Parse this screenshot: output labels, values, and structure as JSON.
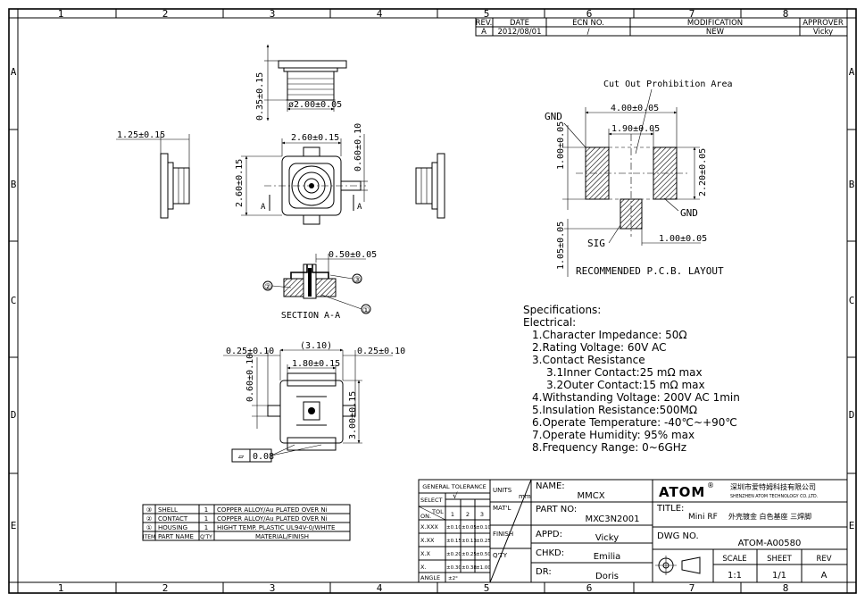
{
  "frame": {
    "columns": [
      "1",
      "2",
      "3",
      "4",
      "5",
      "6",
      "7",
      "8"
    ],
    "rows": [
      "A",
      "B",
      "C",
      "D",
      "E"
    ]
  },
  "revision": {
    "headers": [
      "REV.",
      "DATE",
      "ECN NO.",
      "MODIFICATION",
      "APPROVER"
    ],
    "row": [
      "A",
      "2012/08/01",
      "/",
      "NEW",
      "Vicky"
    ]
  },
  "top_view": {
    "height_dim": "0.35±0.15",
    "diameter_dim": "ø2.00±0.05"
  },
  "front_view": {
    "left_dim": "1.25±0.15",
    "width_dim": "2.60±0.15",
    "right_dim": "0.60±0.10",
    "height_dim": "2.60±0.15",
    "section_mark": "A"
  },
  "section": {
    "title": "SECTION A-A",
    "dim": "0.50±0.05",
    "balloons": [
      "①",
      "②",
      "③"
    ]
  },
  "bottom_view": {
    "left_dim": "0.25±0.10",
    "total_dim": "(3.10)",
    "right_dim": "0.25±0.10",
    "inner_dim": "1.80±0.15",
    "side_dim": "0.60±0.10",
    "height_dim": "3.00±0.15",
    "flatness": "▱",
    "flatness_value": "0.08"
  },
  "pcb_layout": {
    "area_label": "Cut Out Prohibition Area",
    "gnd_top": "GND",
    "gnd_bottom": "GND",
    "sig": "SIG",
    "dim_outer": "4.00±0.05",
    "dim_inner": "1.90±0.05",
    "dim_left": "1.00±0.05",
    "dim_right": "2.20±0.05",
    "dim_sig": "1.00±0.05",
    "dim_bottom": "1.05±0.05",
    "caption": "RECOMMENDED P.C.B. LAYOUT"
  },
  "specifications": {
    "title": "Specifications:",
    "subtitle": "Electrical:",
    "items": [
      "1.Character Impedance: 50Ω",
      "2.Rating Voltage: 60V AC",
      "3.Contact Resistance",
      "3.1Inner Contact:25 mΩ max",
      "3.2Outer Contact:15 mΩ max",
      "4.Withstanding Voltage: 200V AC 1min",
      "5.Insulation Resistance:500MΩ",
      "6.Operate Temperature: -40℃~+90℃",
      "7.Operate Humidity: 95% max",
      "8.Frequency Range: 0~6GHz"
    ]
  },
  "bom": {
    "rows": [
      [
        "③",
        "SHELL",
        "1",
        "COPPER ALLOY/Au PLATED OVER Ni"
      ],
      [
        "②",
        "CONTACT",
        "1",
        "COPPER ALLOY/Au PLATED OVER Ni"
      ],
      [
        "①",
        "HOUSING",
        "1",
        "HIGHT TEMP. PLASTIC UL94V-0/WHITE"
      ]
    ],
    "header": [
      "ITEM",
      "PART NAME",
      "Q'TY",
      "MATERIAL/FINISH"
    ]
  },
  "tolerance": {
    "title": "GENERAL TOLERANCE",
    "select": "SELECT",
    "check": "√",
    "tol": "TOL",
    "on": "ON.",
    "cols": [
      "1",
      "2",
      "3"
    ],
    "rows": [
      [
        "X.XXX",
        "±0.10",
        "±0.05",
        "±0.10"
      ],
      [
        "X.XX",
        "±0.15",
        "±0.13",
        "±0.25"
      ],
      [
        "X.X",
        "±0.20",
        "±0.25",
        "±0.50"
      ],
      [
        "X.",
        "±0.30",
        "±0.38",
        "±1.00"
      ],
      [
        "ANGLE",
        "±2°",
        "",
        ""
      ]
    ]
  },
  "title_block": {
    "units_label": "UNITS",
    "units_value": "mm",
    "matl_label": "MAT'L",
    "finish_label": "FINISH",
    "qty_label": "Q'TY",
    "name_label": "NAME:",
    "name_value": "MMCX",
    "part_label": "PART NO:",
    "part_value": "MXC3N2001",
    "appd_label": "APPD:",
    "appd_value": "Vicky",
    "chkd_label": "CHKD:",
    "chkd_value": "Emilia",
    "dr_label": "DR:",
    "dr_value": "Doris",
    "logo": "ATOM",
    "logo_mark": "®",
    "company_cn": "深圳市爱特姆科技有限公司",
    "company_en": "SHENZHEN ATOM TECHNOLOGY CO.,LTD.",
    "title_label": "TITLE:",
    "title_value": "Mini RF",
    "title_cn": "外壳镀金 白色基座 三焊脚",
    "dwg_label": "DWG NO.",
    "dwg_value": "ATOM-A00580",
    "scale_label": "SCALE",
    "scale_value": "1:1",
    "sheet_label": "SHEET",
    "sheet_value": "1/1",
    "rev_label": "REV",
    "rev_value": "A"
  }
}
